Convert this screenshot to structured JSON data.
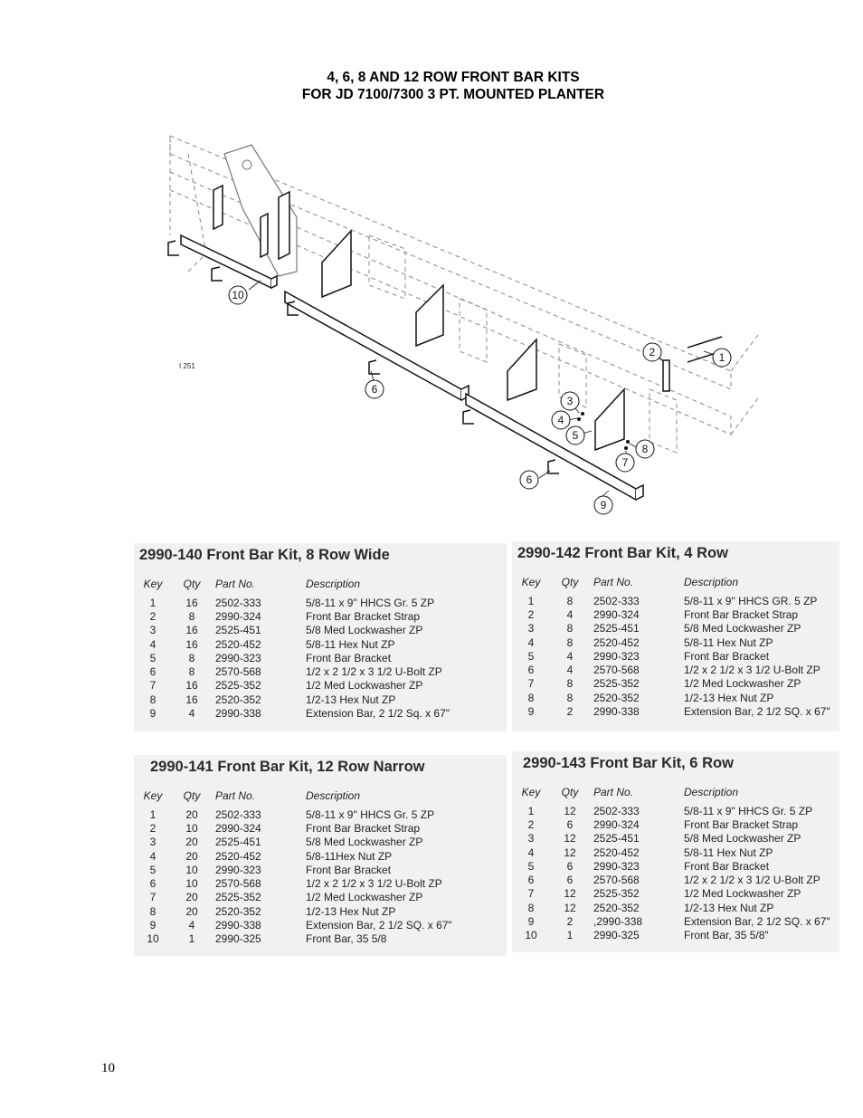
{
  "title": {
    "line1": "4, 6, 8 AND 12 ROW FRONT BAR KITS",
    "line2": "FOR JD 7100/7300 3 PT. MOUNTED PLANTER"
  },
  "diagram": {
    "figure_id": "I 251",
    "callouts": [
      "1",
      "2",
      "3",
      "4",
      "5",
      "6",
      "6",
      "7",
      "8",
      "9",
      "10"
    ]
  },
  "headers": {
    "key": "Key",
    "qty": "Qty",
    "part": "Part No.",
    "desc": "Description"
  },
  "kits": [
    {
      "heading": "2990-140 Front Bar Kit, 8 Row Wide",
      "rows": [
        [
          "1",
          "16",
          "2502-333",
          "5/8-11 x 9\" HHCS Gr. 5 ZP"
        ],
        [
          "2",
          "8",
          "2990-324",
          "Front Bar Bracket Strap"
        ],
        [
          "3",
          "16",
          "2525-451",
          "5/8 Med Lockwasher ZP"
        ],
        [
          "4",
          "16",
          "2520-452",
          "5/8-11 Hex Nut ZP"
        ],
        [
          "5",
          "8",
          "2990-323",
          "Front Bar Bracket"
        ],
        [
          "6",
          "8",
          "2570-568",
          "1/2 x 2 1/2 x 3 1/2 U-Bolt ZP"
        ],
        [
          "7",
          "16",
          "2525-352",
          "1/2 Med Lockwasher ZP"
        ],
        [
          "8",
          "16",
          "2520-352",
          "1/2-13 Hex Nut ZP"
        ],
        [
          "9",
          "4",
          "2990-338",
          "Extension Bar, 2 1/2 Sq. x 67\""
        ]
      ]
    },
    {
      "heading": "2990-142 Front Bar Kit, 4 Row",
      "rows": [
        [
          "1",
          "8",
          "2502-333",
          "5/8-11 x 9\" HHCS GR. 5 ZP"
        ],
        [
          "2",
          "4",
          "2990-324",
          "Front Bar Bracket Strap"
        ],
        [
          "3",
          "8",
          "2525-451",
          "5/8 Med Lockwasher ZP"
        ],
        [
          "4",
          "8",
          "2520-452",
          "5/8-11 Hex Nut ZP"
        ],
        [
          "5",
          "4",
          "2990-323",
          "Front Bar Bracket"
        ],
        [
          "6",
          "4",
          "2570-568",
          "1/2 x 2 1/2 x 3 1/2 U-Bolt ZP"
        ],
        [
          "7",
          "8",
          "2525-352",
          "1/2 Med Lockwasher ZP"
        ],
        [
          "8",
          "8",
          "2520-352",
          "1/2-13 Hex Nut ZP"
        ],
        [
          "9",
          "2",
          "2990-338",
          "Extension Bar, 2 1/2 SQ. x 67\""
        ]
      ]
    },
    {
      "heading": "2990-141 Front Bar Kit, 12 Row Narrow",
      "rows": [
        [
          "1",
          "20",
          "2502-333",
          "5/8-11 x 9\" HHCS Gr. 5 ZP"
        ],
        [
          "2",
          "10",
          "2990-324",
          "Front Bar Bracket Strap"
        ],
        [
          "3",
          "20",
          "2525-451",
          "5/8 Med Lockwasher ZP"
        ],
        [
          "4",
          "20",
          "2520-452",
          "5/8-11Hex Nut ZP"
        ],
        [
          "5",
          "10",
          "2990-323",
          "Front Bar Bracket"
        ],
        [
          "6",
          "10",
          "2570-568",
          "1/2 x 2 1/2 x 3 1/2 U-Bolt ZP"
        ],
        [
          "7",
          "20",
          "2525-352",
          "1/2 Med Lockwasher ZP"
        ],
        [
          "8",
          "20",
          "2520-352",
          "1/2-13 Hex Nut ZP"
        ],
        [
          "9",
          "4",
          "2990-338",
          "Extension Bar, 2 1/2 SQ. x 67\""
        ],
        [
          "10",
          "1",
          "2990-325",
          "Front Bar, 35 5/8"
        ]
      ]
    },
    {
      "heading": "2990-143 Front Bar Kit, 6 Row",
      "rows": [
        [
          "1",
          "12",
          "2502-333",
          "5/8-11 x 9\" HHCS Gr. 5 ZP"
        ],
        [
          "2",
          "6",
          "2990-324",
          "Front Bar Bracket Strap"
        ],
        [
          "3",
          "12",
          "2525-451",
          "5/8 Med Lockwasher ZP"
        ],
        [
          "4",
          "12",
          "2520-452",
          "5/8-11 Hex Nut ZP"
        ],
        [
          "5",
          "6",
          "2990-323",
          "Front Bar Bracket"
        ],
        [
          "6",
          "6",
          "2570-568",
          "1/2 x 2 1/2 x 3 1/2 U-Bolt ZP"
        ],
        [
          "7",
          "12",
          "2525-352",
          "1/2 Med Lockwasher ZP"
        ],
        [
          "8",
          "12",
          "2520-352",
          "1/2-13 Hex Nut ZP"
        ],
        [
          "9",
          "2",
          ",2990-338",
          "Extension Bar, 2 1/2 SQ. x 67\""
        ],
        [
          "10",
          "1",
          "2990-325",
          "Front Bar, 35 5/8\""
        ]
      ]
    }
  ],
  "page_number": "10"
}
